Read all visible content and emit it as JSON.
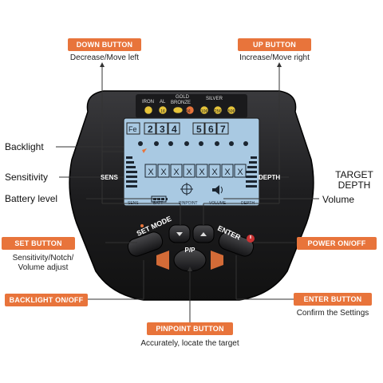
{
  "callouts": {
    "down": {
      "label": "DOWN BUTTON",
      "desc": "Decrease/Move left"
    },
    "up": {
      "label": "UP BUTTON",
      "desc": "Increase/Move right"
    },
    "set": {
      "label": "SET BUTTON",
      "desc1": "Sensitivity/Notch/",
      "desc2": "Volume adjust"
    },
    "power": {
      "label": "POWER ON/OFF"
    },
    "backlight_btn": {
      "label": "BACKLIGHT ON/OFF"
    },
    "enter": {
      "label": "ENTER BUTTON",
      "desc": "Confirm the Settings"
    },
    "pinpoint": {
      "label": "PINPOINT BUTTON",
      "desc": "Accurately, locate the target"
    }
  },
  "side_labels": {
    "backlight": "Backlight",
    "sensitivity": "Sensitivity",
    "battery": "Battery level",
    "target_depth_1": "TARGET",
    "target_depth_2": "DEPTH",
    "volume": "Volume"
  },
  "device": {
    "top_labels": {
      "iron": "IRON",
      "al": "AL",
      "gold": "GOLD",
      "bronze": "BRONZE",
      "silver": "SILVER"
    },
    "coin_labels": [
      "5¢",
      "1¢",
      "10¢",
      "25¢",
      "50¢"
    ],
    "lcd": {
      "fe": "Fe",
      "digits": [
        "2",
        "3",
        "4",
        "5",
        "6",
        "7"
      ],
      "sens": "SENS",
      "depth": "DEPTH",
      "bottom_sens": "SENS",
      "bottom_batt": "BATT",
      "bottom_pinpoint": "PINPOINT",
      "bottom_volume": "VOLUME",
      "x_marks": [
        "X",
        "X",
        "X",
        "X",
        "X",
        "X",
        "X",
        "X"
      ]
    },
    "buttons": {
      "set_mode": "SET MODE",
      "enter": "ENTER",
      "pp": "P/P"
    }
  },
  "colors": {
    "accent": "#e8743b",
    "lcd": "#a9c9e2",
    "body": "#1c1c1e",
    "bezel": "#2b2b2e"
  }
}
